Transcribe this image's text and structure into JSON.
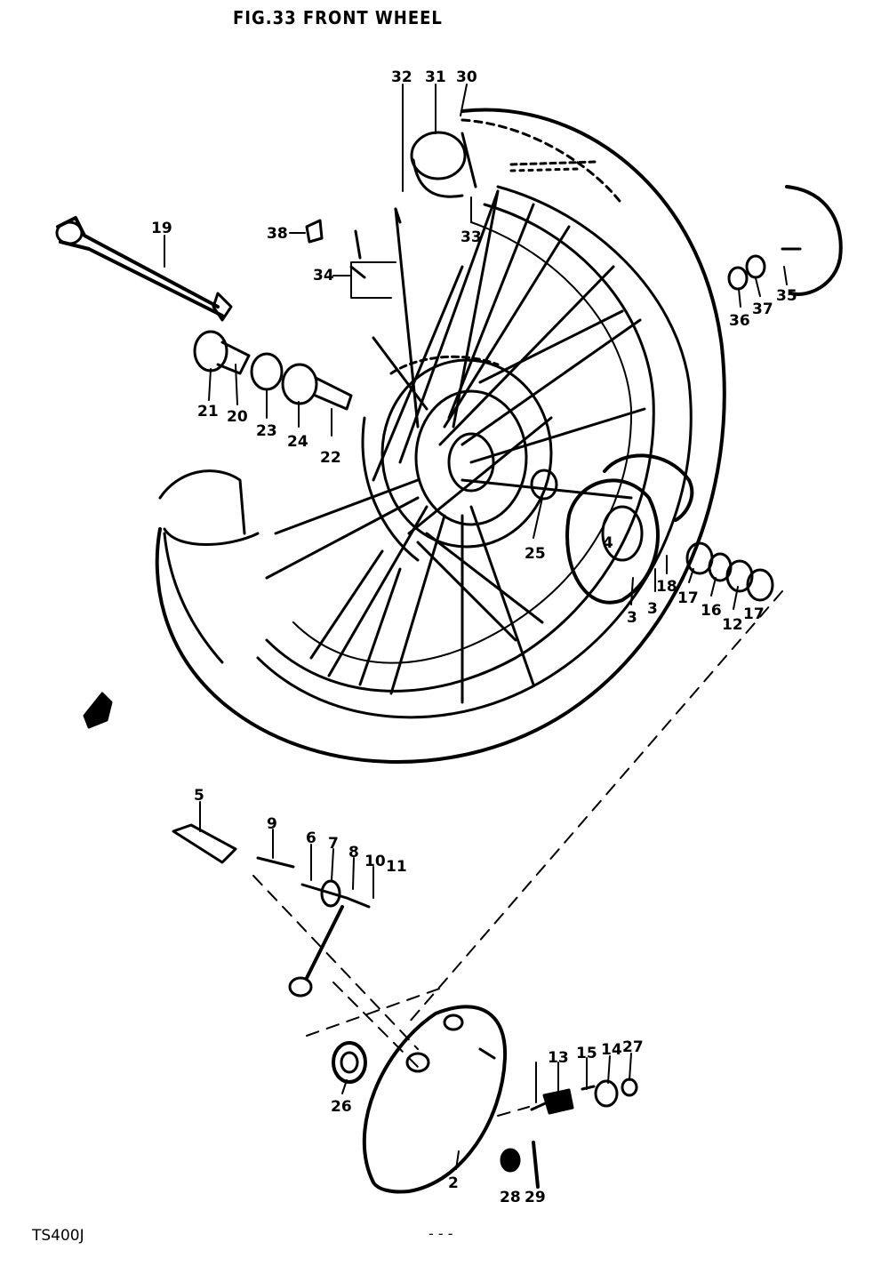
{
  "title": "FIG.33  FRONT WHEEL",
  "model": "TS400J",
  "page_number": "- - -",
  "colors": {
    "ink": "#000000",
    "paper": "#ffffff"
  },
  "callouts": [
    {
      "id": "c32",
      "label": "32"
    },
    {
      "id": "c31",
      "label": "31"
    },
    {
      "id": "c30",
      "label": "30"
    },
    {
      "id": "c19",
      "label": "19"
    },
    {
      "id": "c38",
      "label": "38"
    },
    {
      "id": "c33",
      "label": "33"
    },
    {
      "id": "c34",
      "label": "34"
    },
    {
      "id": "c35",
      "label": "35"
    },
    {
      "id": "c36",
      "label": "36"
    },
    {
      "id": "c37",
      "label": "37"
    },
    {
      "id": "c21",
      "label": "21"
    },
    {
      "id": "c20",
      "label": "20"
    },
    {
      "id": "c23",
      "label": "23"
    },
    {
      "id": "c24",
      "label": "24"
    },
    {
      "id": "c22",
      "label": "22"
    },
    {
      "id": "c25",
      "label": "25"
    },
    {
      "id": "c4",
      "label": "4"
    },
    {
      "id": "c18",
      "label": "18"
    },
    {
      "id": "c3a",
      "label": "3"
    },
    {
      "id": "c3b",
      "label": "3"
    },
    {
      "id": "c17a",
      "label": "17"
    },
    {
      "id": "c16",
      "label": "16"
    },
    {
      "id": "c12",
      "label": "12"
    },
    {
      "id": "c17b",
      "label": "17"
    },
    {
      "id": "c5",
      "label": "5"
    },
    {
      "id": "c9",
      "label": "9"
    },
    {
      "id": "c6",
      "label": "6"
    },
    {
      "id": "c7",
      "label": "7"
    },
    {
      "id": "c8",
      "label": "8"
    },
    {
      "id": "c10",
      "label": "10"
    },
    {
      "id": "c11",
      "label": "11"
    },
    {
      "id": "c13",
      "label": "13"
    },
    {
      "id": "c15",
      "label": "15"
    },
    {
      "id": "c14",
      "label": "14"
    },
    {
      "id": "c27",
      "label": "27"
    },
    {
      "id": "c26",
      "label": "26"
    },
    {
      "id": "c28",
      "label": "28"
    },
    {
      "id": "c29",
      "label": "29"
    },
    {
      "id": "c2",
      "label": "2"
    }
  ]
}
